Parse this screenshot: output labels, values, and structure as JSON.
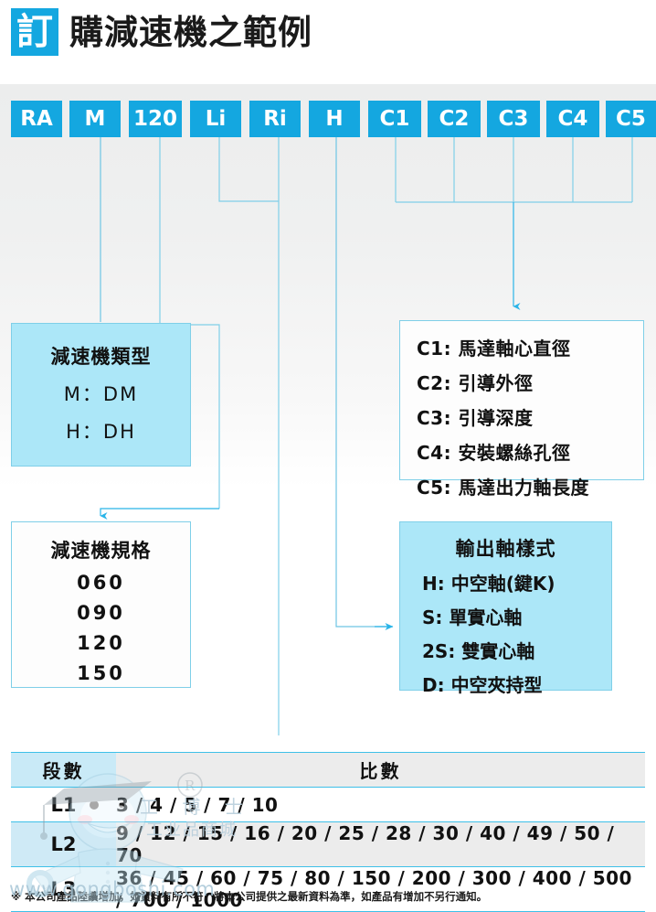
{
  "title": {
    "badge": "訂",
    "text": "購減速機之範例"
  },
  "colors": {
    "chip_blue": "#14a7e0",
    "box_fill": "#ace7f8",
    "box_border": "#7fcfe8",
    "line_blue": "#3ec0e8",
    "arrow_blue": "#29b4e8"
  },
  "code_chips": [
    {
      "label": "RA"
    },
    {
      "label": "M"
    },
    {
      "label": "120"
    },
    {
      "label": "Li"
    },
    {
      "label": "Ri"
    },
    {
      "label": "H"
    },
    {
      "label": "C1"
    },
    {
      "label": "C2"
    },
    {
      "label": "C3"
    },
    {
      "label": "C4"
    },
    {
      "label": "C5"
    }
  ],
  "boxes": {
    "reducer_type": {
      "title": "減速機類型",
      "lines": [
        "M：DM",
        "H：DH"
      ]
    },
    "reducer_size": {
      "title": "減速機規格",
      "lines": [
        "060",
        "090",
        "120",
        "150"
      ]
    },
    "motor_params": {
      "lines": [
        "C1: 馬達軸心直徑",
        "C2: 引導外徑",
        "C3: 引導深度",
        "C4: 安裝螺絲孔徑",
        "C5: 馬達出力軸長度"
      ]
    },
    "output_shaft": {
      "title": "輸出軸樣式",
      "lines": [
        "H: 中空軸(鍵K)",
        "S: 單實心軸",
        "2S: 雙實心軸",
        "D: 中空夾持型"
      ]
    }
  },
  "ratio_table": {
    "headers": [
      "段數",
      "比數"
    ],
    "rows": [
      {
        "stage": "L1",
        "ratios": "3 / 4 / 5 / 7 / 10"
      },
      {
        "stage": "L2",
        "ratios": "9 / 12 / 15 / 16 / 20 / 25 / 28 / 30 / 40 / 49 / 50 / 70"
      },
      {
        "stage": "L3",
        "ratios": "36 / 45 / 60 / 75 / 80 / 150 / 200 / 300 / 400 / 500 / 700 / 1000"
      }
    ]
  },
  "footnote": "※ 本公司產品陸續增加，如資料有所不符，將本公司提供之最新資料為準，如產品有增加不另行通知。",
  "watermark": {
    "url": "www.gongboshi.com",
    "brand": "工 博 士",
    "tagline": "工业品商城"
  }
}
